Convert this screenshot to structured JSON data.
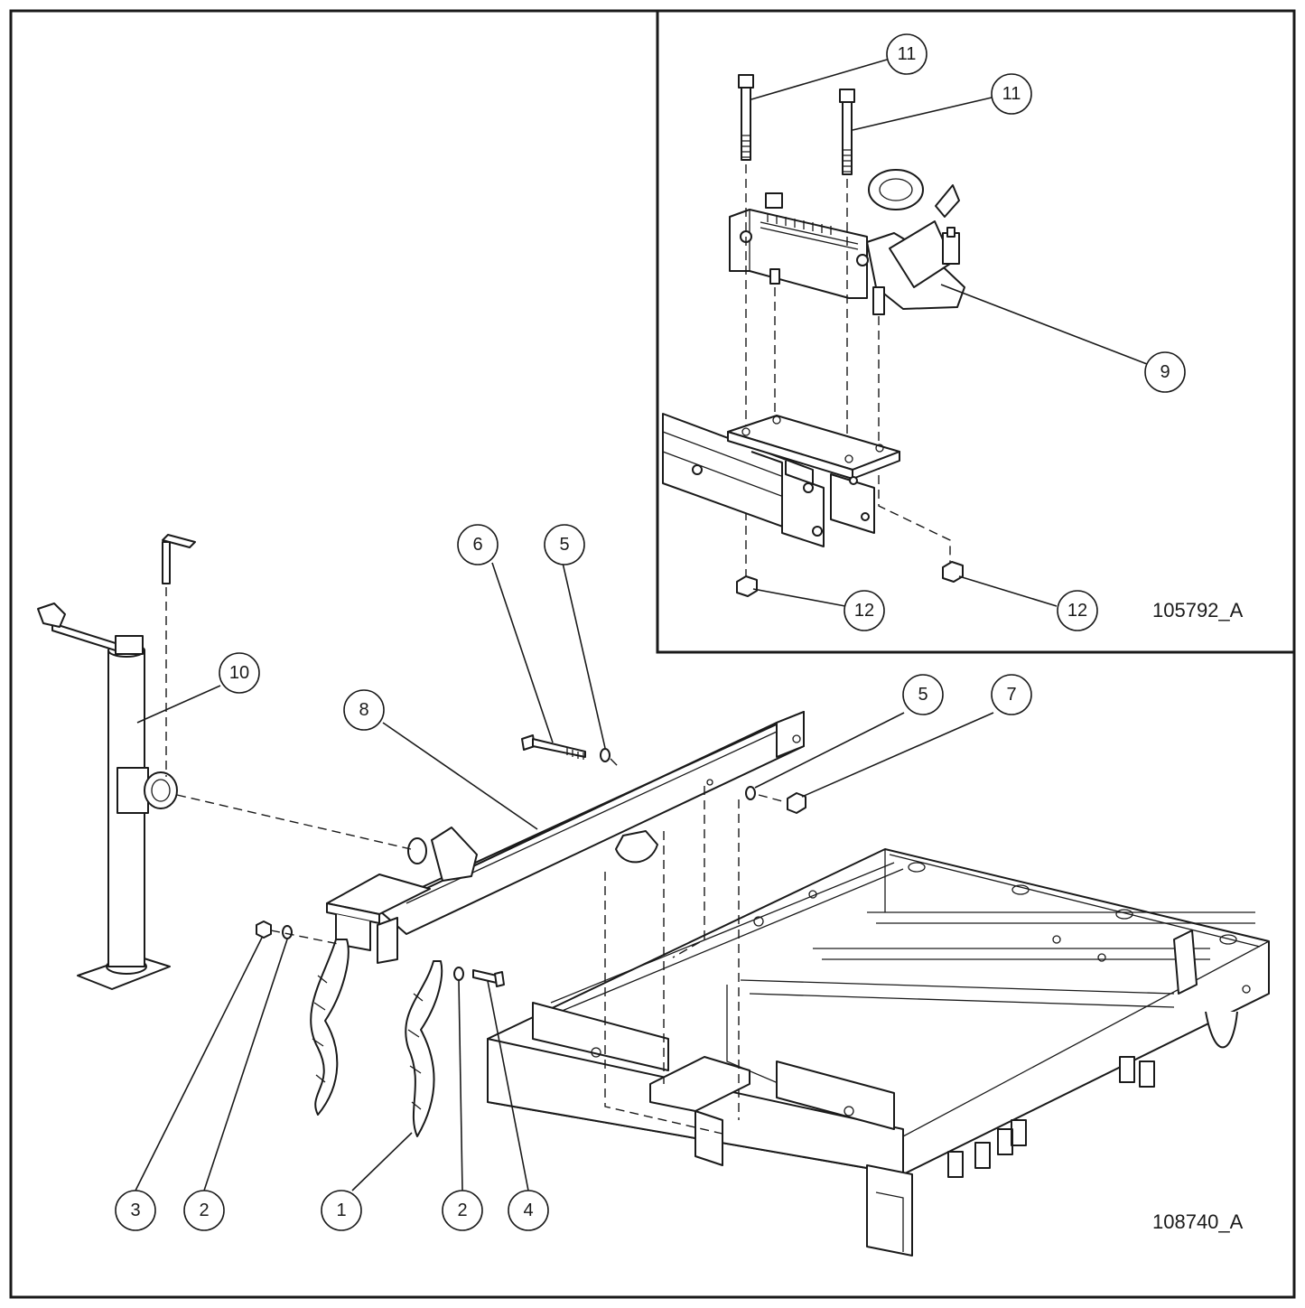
{
  "drawing_numbers": {
    "main": "108740_A",
    "inset": "105792_A"
  },
  "callouts": [
    {
      "id": "c1",
      "label": "1"
    },
    {
      "id": "c2a",
      "label": "2"
    },
    {
      "id": "c2b",
      "label": "2"
    },
    {
      "id": "c3",
      "label": "3"
    },
    {
      "id": "c4",
      "label": "4"
    },
    {
      "id": "c5a",
      "label": "5"
    },
    {
      "id": "c5b",
      "label": "5"
    },
    {
      "id": "c6",
      "label": "6"
    },
    {
      "id": "c7",
      "label": "7"
    },
    {
      "id": "c8",
      "label": "8"
    },
    {
      "id": "c9",
      "label": "9"
    },
    {
      "id": "c10",
      "label": "10"
    },
    {
      "id": "c11a",
      "label": "11"
    },
    {
      "id": "c11b",
      "label": "11"
    },
    {
      "id": "c12a",
      "label": "12"
    },
    {
      "id": "c12b",
      "label": "12"
    }
  ],
  "colors": {
    "ink": "#1a1a1a",
    "paper": "#ffffff"
  }
}
